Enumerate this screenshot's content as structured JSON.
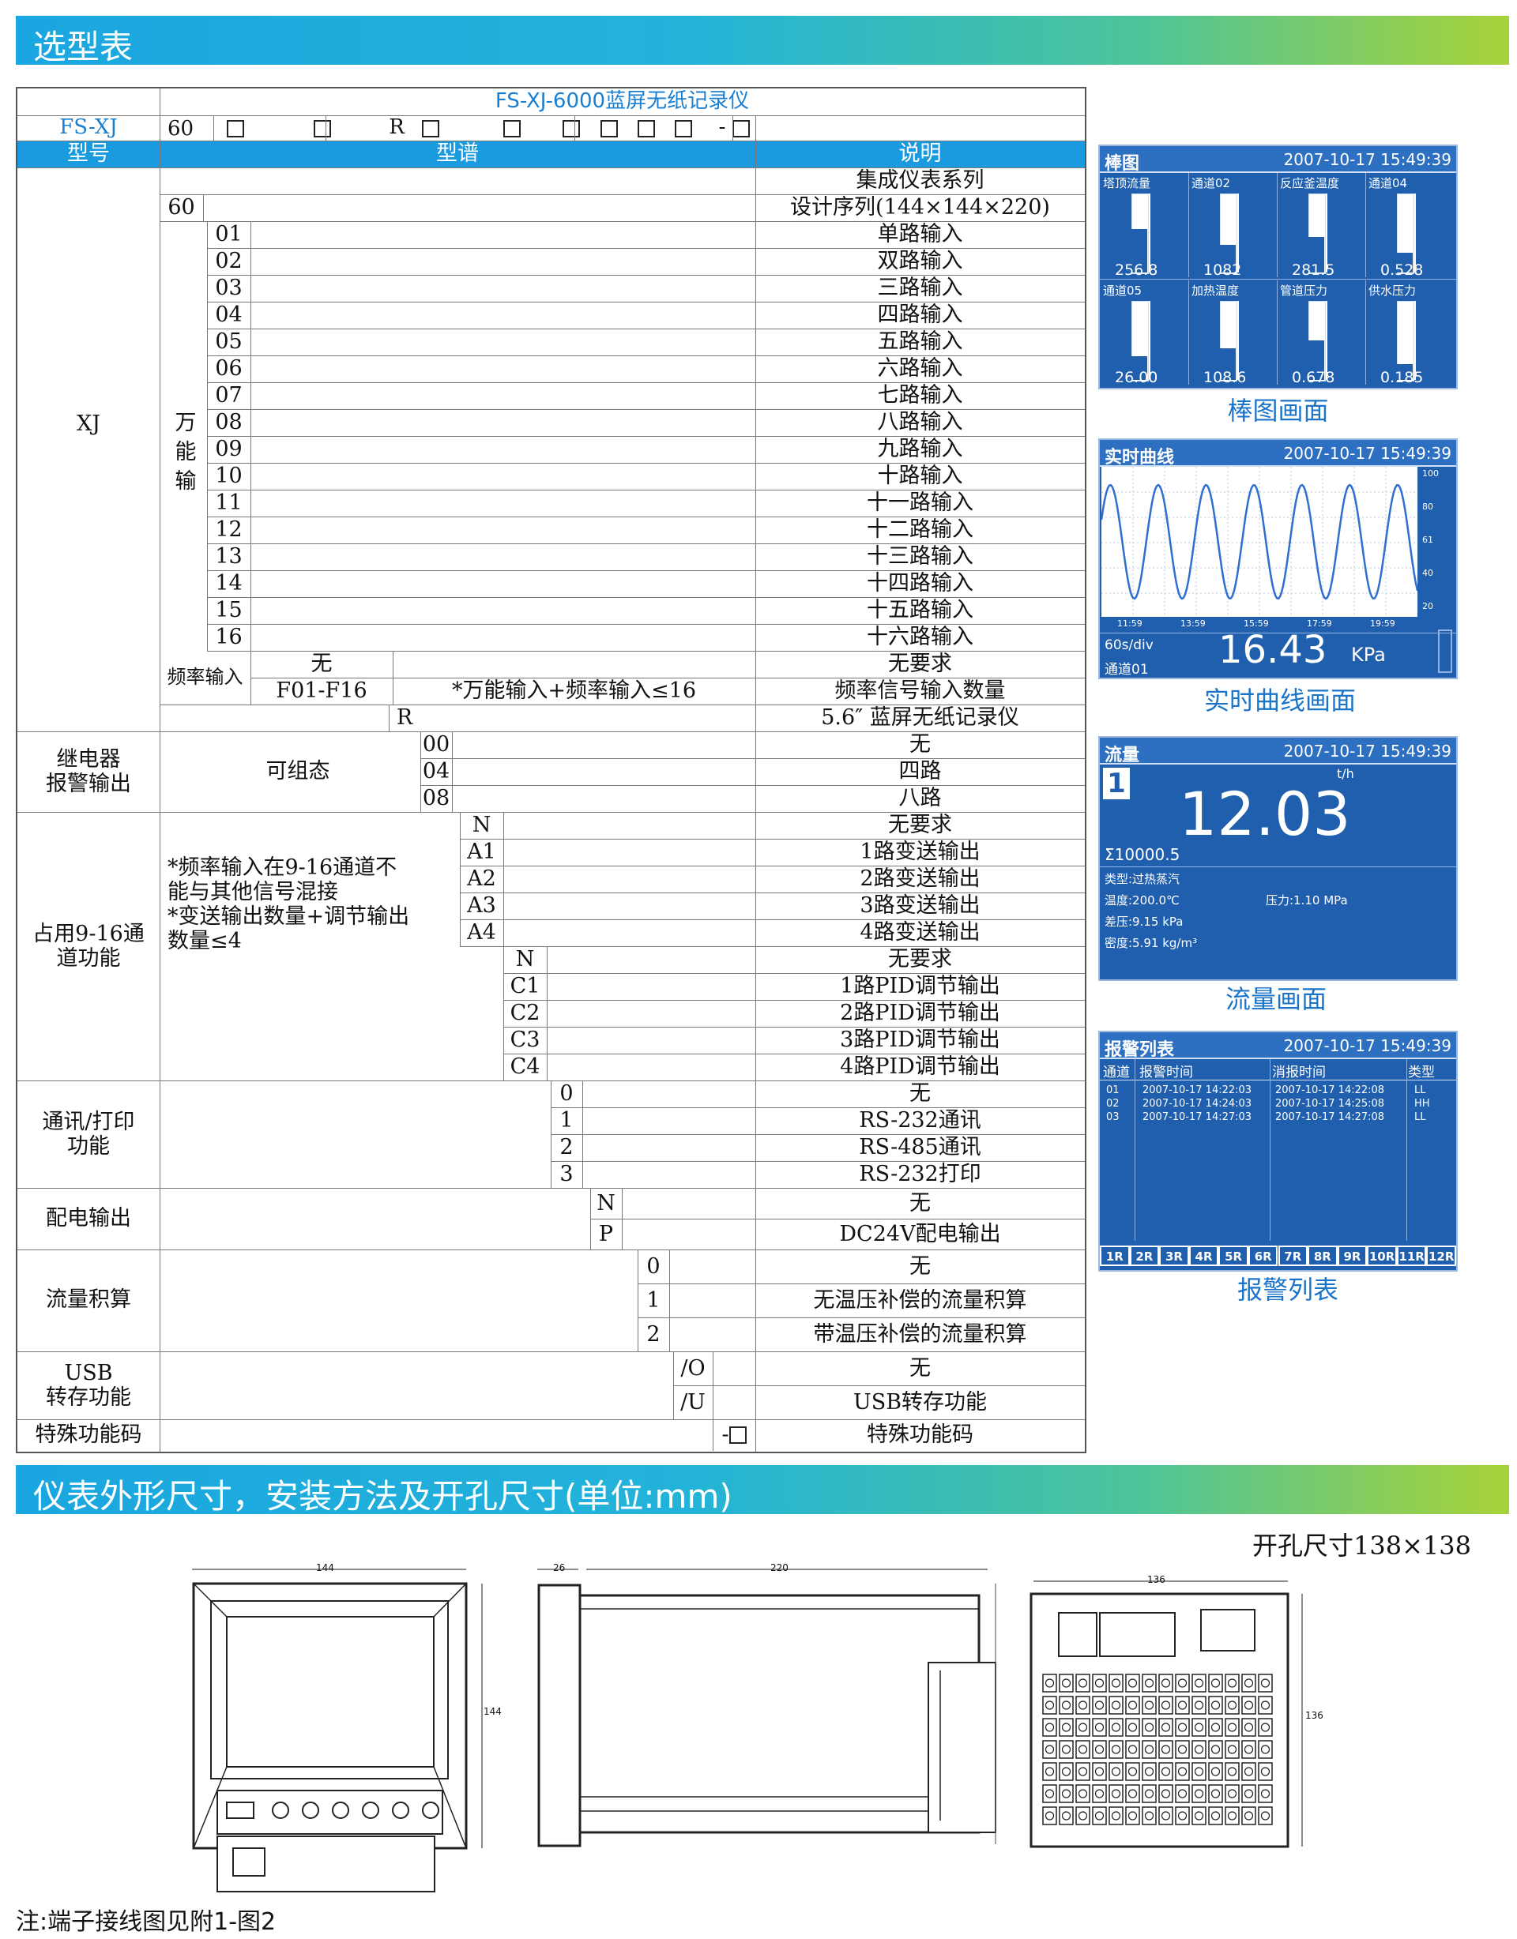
{
  "sections": {
    "selection_title": "选型表",
    "dimension_title": "仪表外形尺寸，安装方法及开孔尺寸(单位:mm)"
  },
  "table": {
    "product_title": "FS-XJ-6000蓝屏无纸记录仪",
    "model_code_prefix": "FS-XJ",
    "model_code_series": "60",
    "model_code_r": "R",
    "model_code_dash": "-",
    "header": {
      "model": "型号",
      "spec": "型谱",
      "desc": "说明"
    },
    "xj_label": "XJ",
    "series_desc": "集成仪表系列",
    "series_code": "60",
    "series_code_desc": "设计序列(144×144×220)",
    "universal_input_label": "万能输",
    "channels": [
      {
        "code": "01",
        "desc": "单路输入"
      },
      {
        "code": "02",
        "desc": "双路输入"
      },
      {
        "code": "03",
        "desc": "三路输入"
      },
      {
        "code": "04",
        "desc": "四路输入"
      },
      {
        "code": "05",
        "desc": "五路输入"
      },
      {
        "code": "06",
        "desc": "六路输入"
      },
      {
        "code": "07",
        "desc": "七路输入"
      },
      {
        "code": "08",
        "desc": "八路输入"
      },
      {
        "code": "09",
        "desc": "九路输入"
      },
      {
        "code": "10",
        "desc": "十路输入"
      },
      {
        "code": "11",
        "desc": "十一路输入"
      },
      {
        "code": "12",
        "desc": "十二路输入"
      },
      {
        "code": "13",
        "desc": "十三路输入"
      },
      {
        "code": "14",
        "desc": "十四路输入"
      },
      {
        "code": "15",
        "desc": "十五路输入"
      },
      {
        "code": "16",
        "desc": "十六路输入"
      }
    ],
    "freq_input_label": "频率输入",
    "freq_none": "无",
    "freq_none_desc": "无要求",
    "freq_code": "F01-F16",
    "freq_note": "*万能输入+频率输入≤16",
    "freq_desc": "频率信号输入数量",
    "screen_code": "R",
    "screen_desc": "5.6″ 蓝屏无纸记录仪",
    "relay_label_1": "继电器",
    "relay_label_2": "报警输出",
    "relay_config": "可组态",
    "relay_rows": [
      {
        "code": "00",
        "desc": "无"
      },
      {
        "code": "04",
        "desc": "四路"
      },
      {
        "code": "08",
        "desc": "八路"
      }
    ],
    "ch916_label_1": "占用9-16通",
    "ch916_label_2": "道功能",
    "ch916_note": [
      "*频率输入在9-16通道不",
      "能与其他信号混接",
      "*变送输出数量+调节输出",
      "数量≤4"
    ],
    "transmit_rows": [
      {
        "code": "N",
        "desc": "无要求"
      },
      {
        "code": "A1",
        "desc": "1路变送输出"
      },
      {
        "code": "A2",
        "desc": "2路变送输出"
      },
      {
        "code": "A3",
        "desc": "3路变送输出"
      },
      {
        "code": "A4",
        "desc": "4路变送输出"
      }
    ],
    "pid_rows": [
      {
        "code": "N",
        "desc": "无要求"
      },
      {
        "code": "C1",
        "desc": "1路PID调节输出"
      },
      {
        "code": "C2",
        "desc": "2路PID调节输出"
      },
      {
        "code": "C3",
        "desc": "3路PID调节输出"
      },
      {
        "code": "C4",
        "desc": "4路PID调节输出"
      }
    ],
    "comm_label_1": "通讯/打印",
    "comm_label_2": "功能",
    "comm_rows": [
      {
        "code": "0",
        "desc": "无"
      },
      {
        "code": "1",
        "desc": "RS-232通讯"
      },
      {
        "code": "2",
        "desc": "RS-485通讯"
      },
      {
        "code": "3",
        "desc": "RS-232打印"
      }
    ],
    "power_label": "配电输出",
    "power_rows": [
      {
        "code": "N",
        "desc": "无"
      },
      {
        "code": "P",
        "desc": "DC24V配电输出"
      }
    ],
    "flow_label": "流量积算",
    "flow_rows": [
      {
        "code": "0",
        "desc": "无"
      },
      {
        "code": "1",
        "desc": "无温压补偿的流量积算"
      },
      {
        "code": "2",
        "desc": "带温压补偿的流量积算"
      }
    ],
    "usb_label_1": "USB",
    "usb_label_2": "转存功能",
    "usb_rows": [
      {
        "code": "/O",
        "desc": "无"
      },
      {
        "code": "/U",
        "desc": "USB转存功能"
      }
    ],
    "special_label": "特殊功能码",
    "special_code": "-",
    "special_desc": "特殊功能码"
  },
  "screens": {
    "bar": {
      "title": "棒图",
      "time": "2007-10-17  15:49:39",
      "caption": "棒图画面",
      "channels": [
        {
          "name": "塔顶流量",
          "value": "256.8",
          "level": 0.55
        },
        {
          "name": "通道02",
          "value": "1082",
          "level": 0.35
        },
        {
          "name": "反应釜温度",
          "value": "281.5",
          "level": 0.45
        },
        {
          "name": "通道04",
          "value": "0.528",
          "level": 0.25
        },
        {
          "name": "通道05",
          "value": "26.00",
          "level": 0.3
        },
        {
          "name": "加热温度",
          "value": "108.6",
          "level": 0.4
        },
        {
          "name": "管道压力",
          "value": "0.678",
          "level": 0.5
        },
        {
          "name": "供水压力",
          "value": "0.185",
          "level": 0.2
        }
      ]
    },
    "curve": {
      "title": "实时曲线",
      "time": "2007-10-17  15:49:39",
      "caption": "实时曲线画面",
      "y_ticks": [
        "100",
        "80",
        "61",
        "40",
        "20"
      ],
      "x_ticks": [
        "11:59",
        "13:59",
        "15:59",
        "17:59",
        "19:59"
      ],
      "period": "60s/div",
      "channel": "通道01",
      "value": "16.43",
      "unit": "KPa"
    },
    "flow": {
      "title": "流量",
      "time": "2007-10-17  15:49:39",
      "caption": "流量画面",
      "index": "1",
      "unit": "t/h",
      "value": "12.03",
      "total": "Σ10000.5",
      "type": "类型:过热蒸汽",
      "temp": "温度:200.0℃",
      "pressure": "压力:1.10 MPa",
      "diff": "差压:9.15  kPa",
      "density": "密度:5.91 kg/m³"
    },
    "alarm": {
      "title": "报警列表",
      "time": "2007-10-17  15:49:39",
      "caption": "报警列表",
      "headers": [
        "通道",
        "报警时间",
        "消报时间",
        "类型"
      ],
      "rows": [
        [
          "01",
          "2007-10-17 14:22:03",
          "2007-10-17 14:22:08",
          "LL"
        ],
        [
          "02",
          "2007-10-17 14:24:03",
          "2007-10-17 14:25:08",
          "HH"
        ],
        [
          "03",
          "2007-10-17 14:27:03",
          "2007-10-17 14:27:08",
          "LL"
        ]
      ],
      "relays": [
        "1R",
        "2R",
        "3R",
        "4R",
        "5R",
        "6R",
        "7R",
        "8R",
        "9R",
        "10R",
        "11R",
        "12R"
      ]
    }
  },
  "drawings": {
    "cutout": "开孔尺寸138×138",
    "front_width": "144",
    "front_height": "144",
    "side_depth_1": "26",
    "side_depth_2": "220",
    "rear_width": "136",
    "rear_height": "136"
  },
  "footnote": "注:端子接线图见附1-图2"
}
